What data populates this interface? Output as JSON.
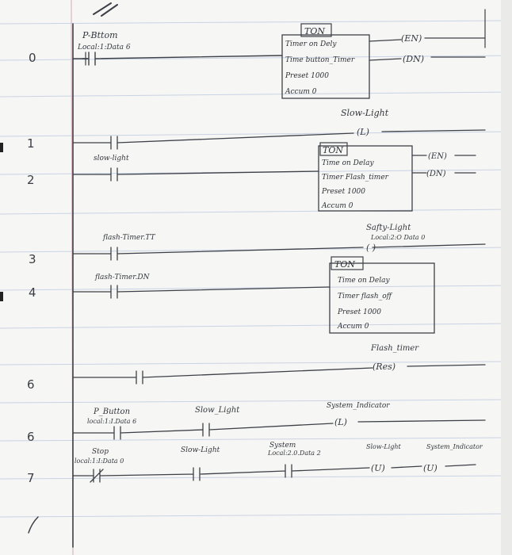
{
  "rungs": {
    "r0": "0",
    "r1": "1",
    "r2": "2",
    "r3": "3",
    "r4": "4",
    "r5": "6",
    "r6": "6",
    "r7": "7"
  },
  "contacts": {
    "p_bottom_name": "P-Bttom",
    "p_bottom_addr": "Local:1:Data 6",
    "slow_light": "slow-light",
    "flash_timer_tt": "flash-Timer.TT",
    "flash_timer_dn": "flash-Timer.DN",
    "p_button_name": "P_Button",
    "p_button_addr": "local:1:I.Data 6",
    "slow_light_2": "Slow_Light",
    "stop_name": "Stop",
    "stop_addr": "local:1:I:Data 0",
    "slow_light_3": "Slow-Light",
    "system_name": "System",
    "system_addr": "Local:2.0.Data 2"
  },
  "timers": [
    {
      "title": "TON",
      "type": "Timer on Dely",
      "timer": "Time button_Timer",
      "preset": "Preset  1000",
      "accum": "Accum   0"
    },
    {
      "title": "TON",
      "type": "Time on Delay",
      "timer": "Timer  Flash_timer",
      "preset": "Preset   1000",
      "accum": "Accum     0"
    },
    {
      "title": "TON",
      "type": "Time on Delay",
      "timer": "Timer  flash_off",
      "preset": "Preset  1000",
      "accum": "Accum     0"
    }
  ],
  "outputs": {
    "en": "(EN)",
    "dn": "(DN)",
    "slow_light_name": "Slow-Light",
    "latch": "(L)",
    "safety_name": "Safty-Light",
    "safety_addr": "Local:2:O Data 0",
    "coil": "( )",
    "flash_timer_name": "Flash_timer",
    "reset": "(Res)",
    "system_indicator": "System_Indicator",
    "slowlight_u": "Slow-Light",
    "sysind_u": "System_Indicator",
    "unlatch": "(U)"
  }
}
